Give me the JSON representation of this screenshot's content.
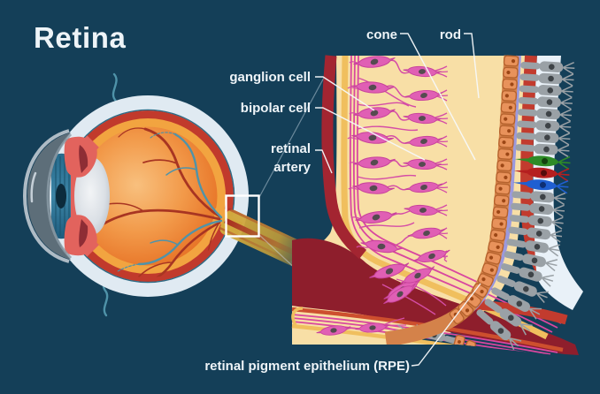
{
  "title": "Retina",
  "labels": {
    "cone": "cone",
    "rod": "rod",
    "ganglion": "ganglion cell",
    "bipolar": "bipolar cell",
    "artery_line1": "retinal",
    "artery_line2": "artery",
    "rpe": "retinal pigment epithelium (RPE)"
  },
  "colors": {
    "background": "#143f58",
    "label_text": "#eef4f8",
    "cream": "#f8dfa6",
    "stripe_magenta": "#d9479f",
    "cell_pink": "#e05fb4",
    "rod_gray": "#9aa1a6",
    "cone_green": "#2e8b27",
    "cone_red": "#b51f1f",
    "cone_blue": "#1f5fd1",
    "rpe_orange": "#e8925b",
    "bruchs_lavender": "#9b99dd",
    "choroid_red": "#c23b2e",
    "sclera_white": "#e9f1f8",
    "artery_dark_red": "#a32531",
    "maroon": "#8e1e2c",
    "nerve_fiber_yellow": "#f0bf5e",
    "vessel_teal": "#4f93a9",
    "eye_orange": "#e8772a"
  }
}
